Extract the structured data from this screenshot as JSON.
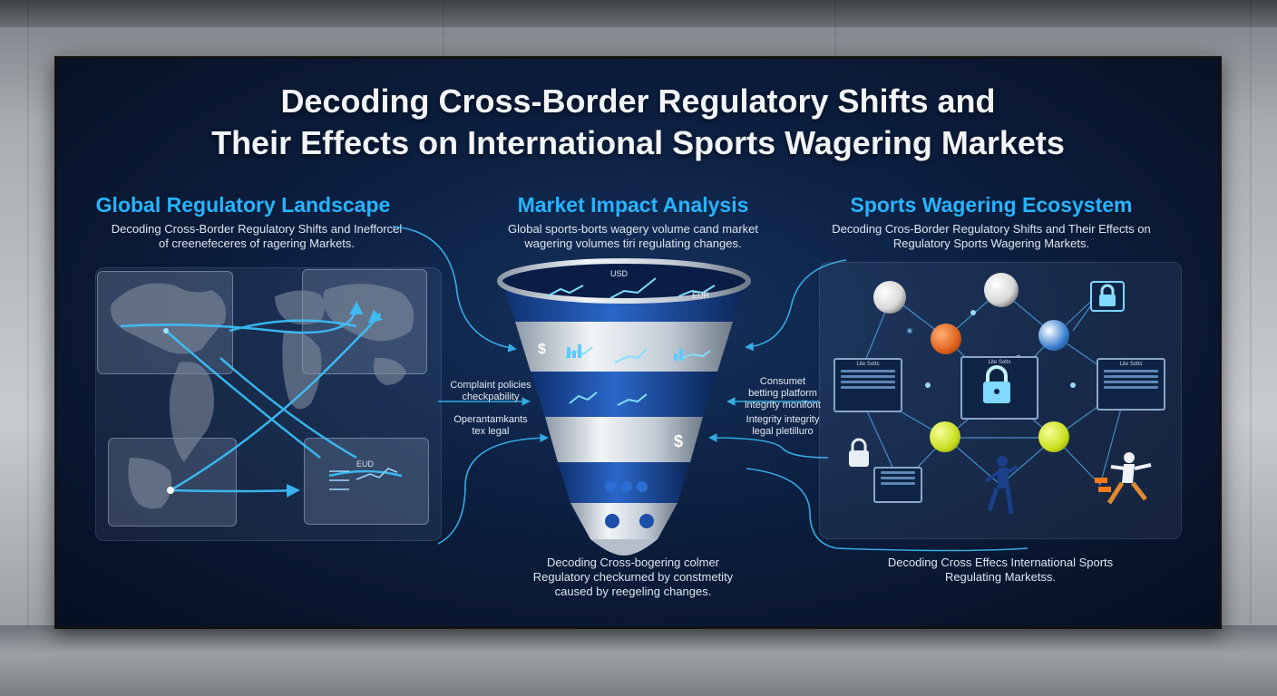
{
  "title": {
    "line1": "Decoding Cross-Border Regulatory Shifts and",
    "line2": "Their Effects on International Sports Wagering Markets"
  },
  "sections": {
    "left": {
      "title": "Global Regulatory Landscape",
      "desc1": "Decoding Cross-Border Regulatory Shifts and Inefforcel",
      "desc2": "of creenefeceres of ragering Markets."
    },
    "center": {
      "title": "Market Impact Analysis",
      "desc1": "Global sports-borts wagery volume cand market",
      "desc2": "wagering volumes tiri regulating changes."
    },
    "right": {
      "title": "Sports Wagering Ecosystem",
      "desc1": "Decoding Cros-Border Regulatory Shifts and Their Effects on",
      "desc2": "Regulatory Sports Wagering Markets."
    }
  },
  "labels": {
    "compliance1": "Complaint policies",
    "compliance2": "checkpability",
    "operational1": "Operantamkants",
    "operational2": "tex legal",
    "consumer1": "Consumet",
    "consumer2": "betting platform",
    "consumer3": "integrity monifont",
    "integrity1": "Integrity integrity",
    "integrity2": "legal pletilluro"
  },
  "funnel": {
    "usd": "USD",
    "eur": "EUR",
    "dollar": "$"
  },
  "left_panel": {
    "eur": "EUD"
  },
  "monitors": {
    "label": "Lite Sotts"
  },
  "footer": {
    "center1": "Decoding Cross-bogering colmer",
    "center2": "Regulatory checkurned by constmetity",
    "center3": "caused by reegeling changes.",
    "right1": "Decoding Cross Effecs International Sports",
    "right2": "Regulating Marketss."
  },
  "colors": {
    "accent": "#27b4ff",
    "screen_bg": "#0c1f40",
    "funnel_blue": "#1b4fa8"
  }
}
